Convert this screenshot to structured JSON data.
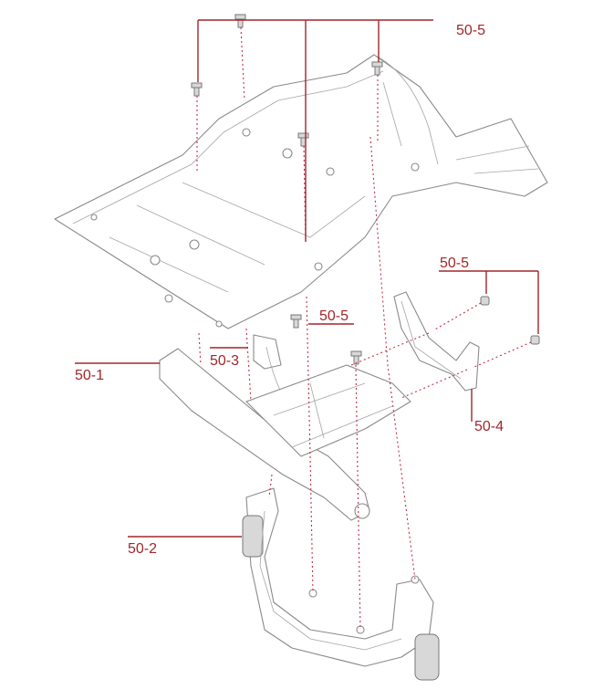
{
  "title": "Exploded parts diagram",
  "colors": {
    "callout": "#a3262a",
    "part_outline": "#8a8a8a"
  },
  "labels": {
    "top_screws": "50-5",
    "right_screws": "50-5",
    "center_screw": "50-5",
    "bracket_plate": "50-3",
    "cross_frame": "50-1",
    "side_bracket": "50-4",
    "lower_leg": "50-2"
  }
}
